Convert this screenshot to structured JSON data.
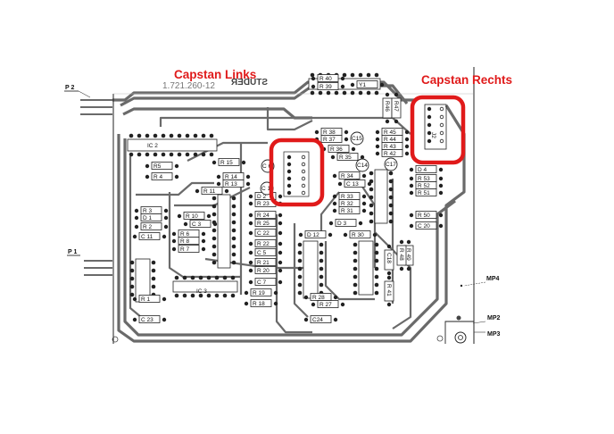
{
  "annotations": {
    "left_label": "Capstan Links",
    "right_label": "Capstan Rechts",
    "highlight_color": "#e01a1a"
  },
  "board": {
    "part_number": "1.721.260-12",
    "brand": "STUDER"
  },
  "connectors": {
    "p2": "P 2",
    "p1": "P 1",
    "j2": "J2"
  },
  "measure_points": {
    "mp4": "MP4",
    "mp2": "MP2",
    "mp3": "MP3"
  },
  "components": [
    "R 40",
    "R 39",
    "Y1",
    "R46",
    "R47",
    "IC 2",
    "R5",
    "R 4",
    "R 15",
    "R 14",
    "R 13",
    "R 11",
    "R 38",
    "R 37",
    "R 36",
    "R 35",
    "C15",
    "C14",
    "R 34",
    "C 13",
    "R 33",
    "R 32",
    "R 31",
    "D 3",
    "R 45",
    "R 44",
    "R 43",
    "R 42",
    "C17",
    "D 4",
    "R 53",
    "R 52",
    "R 51",
    "R 50",
    "C 20",
    "R 3",
    "D 1",
    "R 2",
    "R 10",
    "C 3",
    "R 6",
    "R 8",
    "R 7",
    "C 11",
    "D 2",
    "R 23",
    "R 24",
    "R 25",
    "C 22",
    "R 22",
    "C 5",
    "R 21",
    "R 20",
    "C 7",
    "R 19",
    "R 18",
    "D 12",
    "R 30",
    "R 28",
    "R 27",
    "C24",
    "R 1",
    "C 23",
    "IC 3",
    "C18",
    "R 49",
    "R 48",
    "R 41",
    "C 6",
    "C 10"
  ]
}
